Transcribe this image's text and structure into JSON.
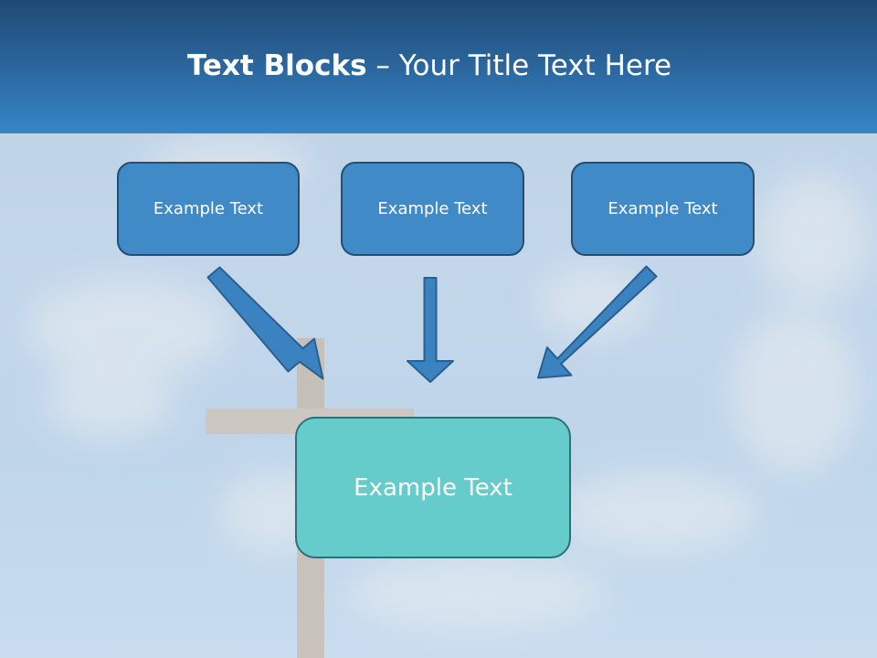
{
  "title": {
    "bold": "Text Blocks",
    "rest": " – Your Title Text Here"
  },
  "boxes": {
    "left": "Example Text",
    "middle": "Example Text",
    "right": "Example Text",
    "center": "Example Text"
  },
  "colors": {
    "header": "#2a6399",
    "box_fill": "#3f8ac7",
    "box_border": "#234f72",
    "center_fill": "#66cccb",
    "arrow_fill": "#3b82c1"
  }
}
